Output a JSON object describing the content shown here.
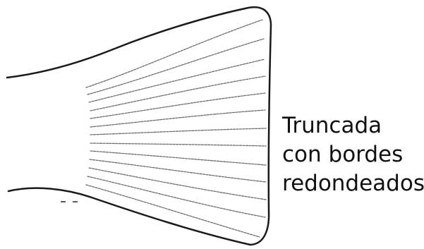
{
  "diagram": {
    "caption_lines": [
      "Truncada",
      "con bordes",
      "redondeados"
    ]
  },
  "colors": {
    "outline": "#1a1a1a",
    "rays": "#6a6a6a",
    "text": "#111111",
    "background": "#ffffff"
  }
}
